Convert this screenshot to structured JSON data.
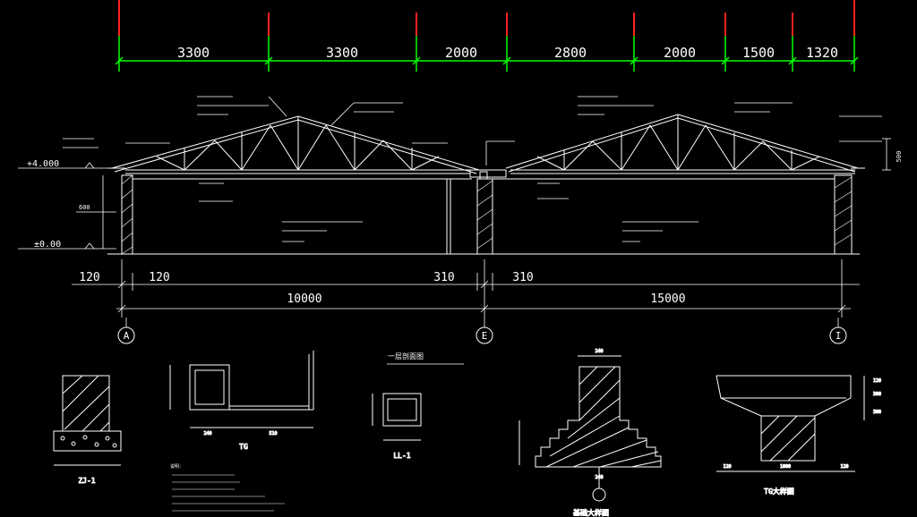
{
  "top_dimensions": [
    "3300",
    "3300",
    "2000",
    "2800",
    "2000",
    "1500",
    "1320"
  ],
  "elevations": {
    "roof": "+4.000",
    "ground": "±0.00",
    "level_600": "600",
    "roof_height": "500"
  },
  "bottom_dimensions": {
    "left_a": "120",
    "left_b": "120",
    "mid_a": "310",
    "mid_b": "310",
    "span_left": "10000",
    "span_right": "15000"
  },
  "axes": [
    "A",
    "E",
    "I"
  ],
  "details": {
    "section_title": "一层剖面图",
    "tg_label": "TG",
    "zj_label": "ZJ-1",
    "ll_label": "LL-1",
    "tg_detail_label": "TG大样图",
    "foundation_label": "基础大样图",
    "tg_dims": [
      "240",
      "510"
    ],
    "foundation_dims": [
      "240",
      "240"
    ],
    "tg_detail_dims": [
      "120",
      "1000",
      "120"
    ],
    "tg_detail_heights": [
      "120",
      "300",
      "300"
    ]
  },
  "notes_title": "说明：",
  "colors": {
    "background": "#000000",
    "line": "#ffffff",
    "dimension": "#00ff00",
    "axis_tick": "#ff0000"
  }
}
